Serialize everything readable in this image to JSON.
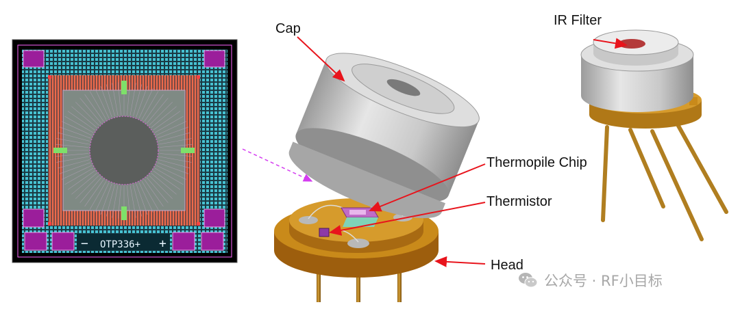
{
  "labels": {
    "cap": "Cap",
    "ir_filter": "IR Filter",
    "thermopile_chip": "Thermopile Chip",
    "thermistor": "Thermistor",
    "head": "Head"
  },
  "chip": {
    "marking": "OTP336+",
    "minus": "−",
    "plus": "+"
  },
  "watermark": {
    "text": "公众号 · RF小目标"
  },
  "colors": {
    "callout_arrow": "#e8141c",
    "dashed_arrow": "#d43cf0",
    "die_bg": "#000000",
    "pad_magenta": "#9b1e9b",
    "trace_cyan": "#3fb8c8",
    "trace_red": "#e8563e",
    "gold": "#c98a1a",
    "metal": "#cfcfcf"
  }
}
